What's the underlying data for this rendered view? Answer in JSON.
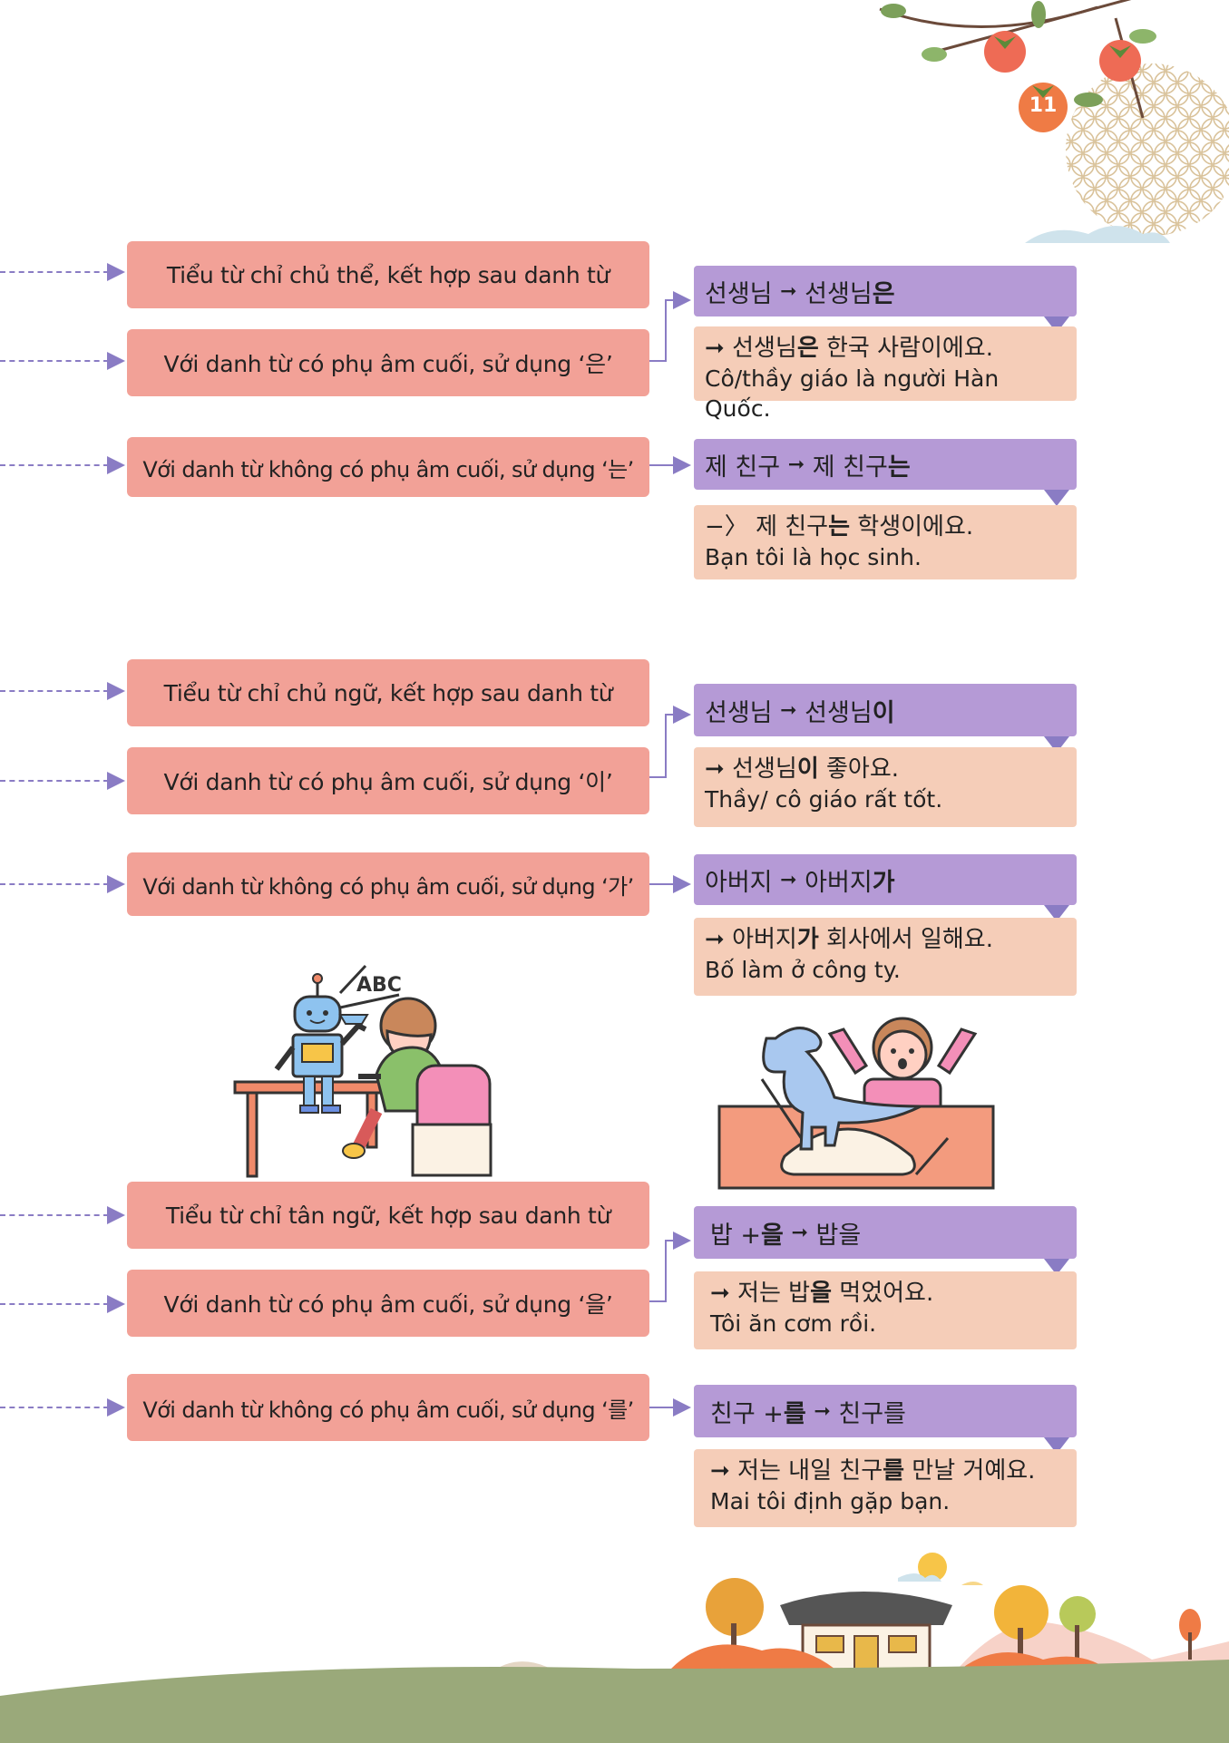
{
  "page": {
    "number": "11"
  },
  "sections": [
    {
      "rules": [
        "Tiểu từ chỉ chủ thể, kết hợp sau danh từ",
        "Với danh từ có phụ âm cuối, sử dụng ‘은’",
        "Với danh từ không có phụ âm cuối, sử dụng ‘는’"
      ],
      "examples": [
        {
          "head_base": "선생님",
          "head_arrow": "➞",
          "head_result": "선생님",
          "head_particle": "은",
          "sentence_prefix": "➞ ",
          "sentence_noun": "선생님",
          "sentence_particle": "은",
          "sentence_rest": " 한국 사람이에요.",
          "translation": "Cô/thầy giáo là người Hàn Quốc."
        },
        {
          "head_base": "제 친구",
          "head_arrow": "➞",
          "head_result": "제 친구",
          "head_particle": "는",
          "sentence_prefix": "−〉 ",
          "sentence_noun": "제 친구",
          "sentence_particle": "는",
          "sentence_rest": " 학생이에요.",
          "translation": "Bạn tôi là học sinh."
        }
      ]
    },
    {
      "rules": [
        "Tiểu từ chỉ chủ ngữ, kết hợp sau danh từ",
        "Với danh từ có phụ âm cuối, sử dụng ‘이’",
        "Với danh từ không có phụ âm cuối, sử dụng ‘가’"
      ],
      "examples": [
        {
          "head_base": "선생님",
          "head_arrow": "➞",
          "head_result": "선생님",
          "head_particle": "이",
          "sentence_prefix": "➞ ",
          "sentence_noun": "선생님",
          "sentence_particle": "이",
          "sentence_rest": " 좋아요.",
          "translation": "Thầy/ cô giáo rất tốt."
        },
        {
          "head_base": "아버지",
          "head_arrow": "➞",
          "head_result": "아버지",
          "head_particle": "가",
          "sentence_prefix": "➞ ",
          "sentence_noun": "아버지",
          "sentence_particle": "가",
          "sentence_rest": " 회사에서 일해요.",
          "translation": "Bố làm ở công ty."
        }
      ]
    },
    {
      "rules": [
        "Tiểu từ chỉ tân ngữ, kết hợp sau danh từ",
        "Với danh từ có phụ âm cuối, sử dụng ‘을’",
        "Với danh từ không có phụ âm cuối, sử dụng ‘를’"
      ],
      "examples": [
        {
          "head_base": "밥 + ",
          "head_particle_mid": "을",
          "head_arrow": "➞",
          "head_result": "밥",
          "head_particle": "을",
          "sentence_prefix": "➞ ",
          "sentence_pre": "저는 ",
          "sentence_noun": "밥",
          "sentence_particle": "을",
          "sentence_rest": " 먹었어요.",
          "translation": "Tôi ăn cơm rồi."
        },
        {
          "head_base": "친구 + ",
          "head_particle_mid": "를",
          "head_arrow": "➞",
          "head_result": "친구",
          "head_particle": "를",
          "sentence_prefix": "➞ ",
          "sentence_pre": "저는 내일 ",
          "sentence_noun": "친구",
          "sentence_particle": "를",
          "sentence_rest": " 만날 거예요.",
          "translation": "Mai tôi định gặp bạn."
        }
      ]
    }
  ],
  "illustration": {
    "robot_letters": "ABC"
  },
  "colors": {
    "rule_bg": "#f2a197",
    "head_bg": "#b59ad6",
    "body_bg": "#f5cdb8",
    "connector": "#8a7cc4",
    "badge": "#ef7b45"
  }
}
